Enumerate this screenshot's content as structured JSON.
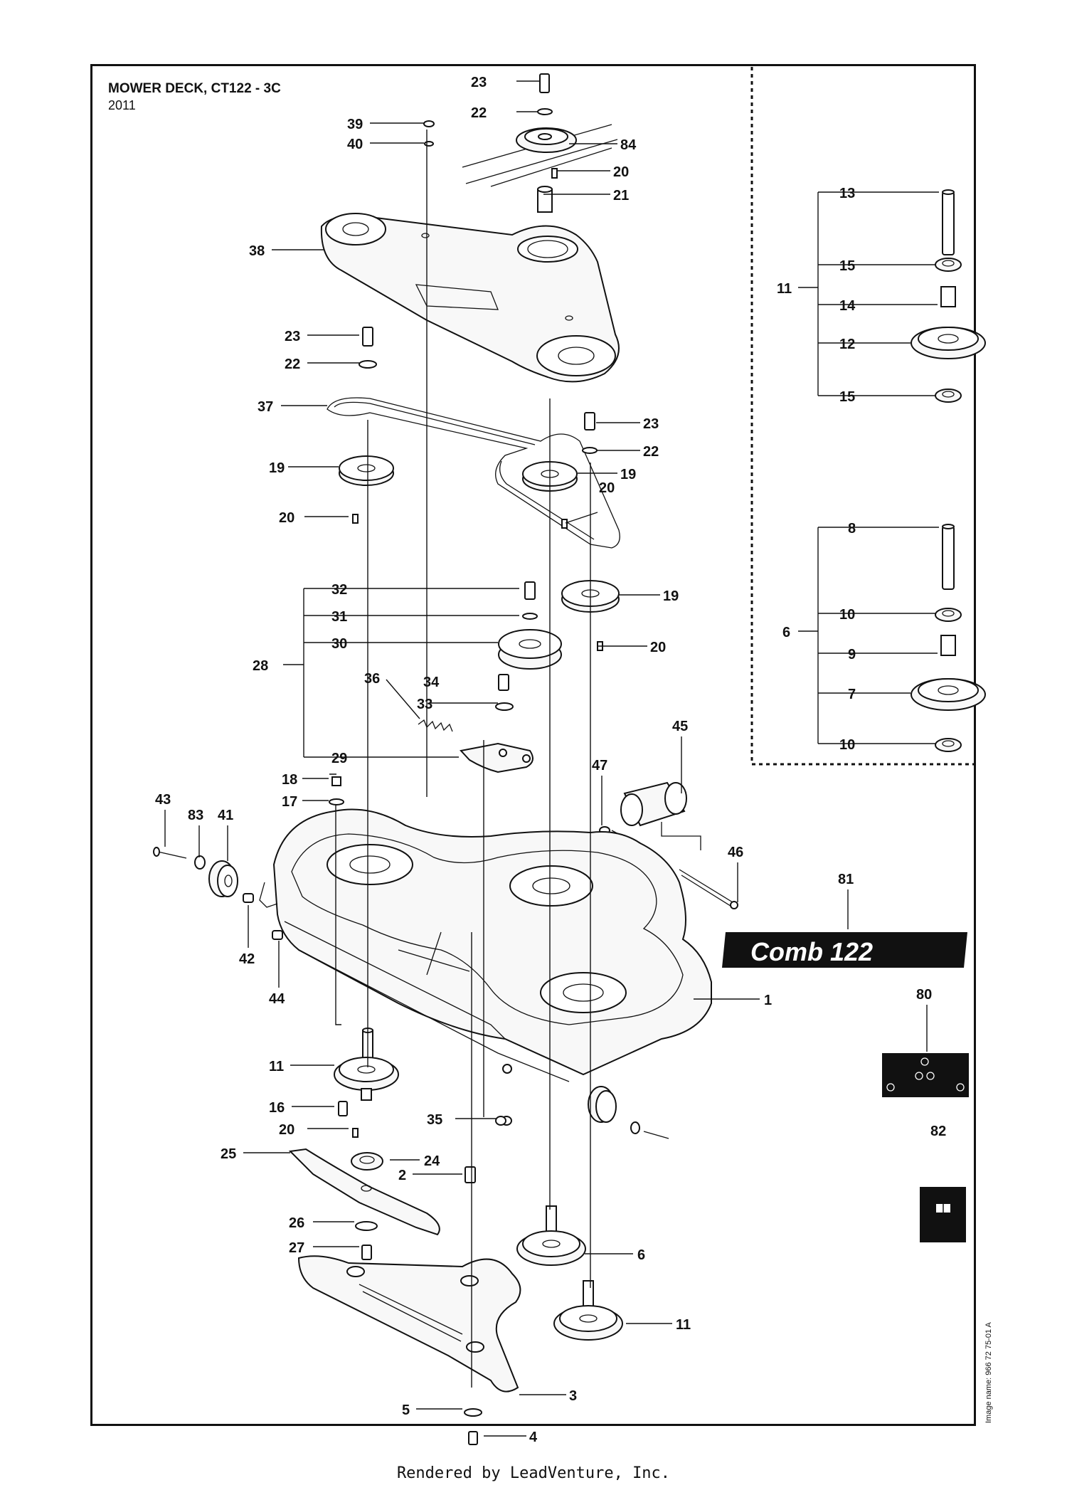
{
  "header": {
    "title": "MOWER DECK, CT122 - 3C",
    "year": "2011"
  },
  "footer": {
    "rendered_by": "Rendered by LeadVenture, Inc."
  },
  "image_name": "Image name: 966 72 75-01 A",
  "decal_logo_text": "Comb 122",
  "callouts": [
    {
      "id": "c23a",
      "label": "23"
    },
    {
      "id": "c22a",
      "label": "22"
    },
    {
      "id": "c84",
      "label": "84"
    },
    {
      "id": "c20a",
      "label": "20"
    },
    {
      "id": "c21",
      "label": "21"
    },
    {
      "id": "c39",
      "label": "39"
    },
    {
      "id": "c40",
      "label": "40"
    },
    {
      "id": "c38",
      "label": "38"
    },
    {
      "id": "c23b",
      "label": "23"
    },
    {
      "id": "c22b",
      "label": "22"
    },
    {
      "id": "c37",
      "label": "37"
    },
    {
      "id": "c23c",
      "label": "23"
    },
    {
      "id": "c22c",
      "label": "22"
    },
    {
      "id": "c19a",
      "label": "19"
    },
    {
      "id": "c19b",
      "label": "19"
    },
    {
      "id": "c20b",
      "label": "20"
    },
    {
      "id": "c20c",
      "label": "20"
    },
    {
      "id": "c32",
      "label": "32"
    },
    {
      "id": "c31",
      "label": "31"
    },
    {
      "id": "c30",
      "label": "30"
    },
    {
      "id": "c28",
      "label": "28"
    },
    {
      "id": "c19c",
      "label": "19"
    },
    {
      "id": "c20d",
      "label": "20"
    },
    {
      "id": "c36",
      "label": "36"
    },
    {
      "id": "c34",
      "label": "34"
    },
    {
      "id": "c33",
      "label": "33"
    },
    {
      "id": "c29",
      "label": "29"
    },
    {
      "id": "c18",
      "label": "18"
    },
    {
      "id": "c17",
      "label": "17"
    },
    {
      "id": "c43",
      "label": "43"
    },
    {
      "id": "c83",
      "label": "83"
    },
    {
      "id": "c41",
      "label": "41"
    },
    {
      "id": "c47",
      "label": "47"
    },
    {
      "id": "c45",
      "label": "45"
    },
    {
      "id": "c46",
      "label": "46"
    },
    {
      "id": "c81",
      "label": "81"
    },
    {
      "id": "c42",
      "label": "42"
    },
    {
      "id": "c44",
      "label": "44"
    },
    {
      "id": "c1",
      "label": "1"
    },
    {
      "id": "c80",
      "label": "80"
    },
    {
      "id": "c11a",
      "label": "11"
    },
    {
      "id": "c16",
      "label": "16"
    },
    {
      "id": "c35",
      "label": "35"
    },
    {
      "id": "c20e",
      "label": "20"
    },
    {
      "id": "c82",
      "label": "82"
    },
    {
      "id": "c25",
      "label": "25"
    },
    {
      "id": "c24",
      "label": "24"
    },
    {
      "id": "c2",
      "label": "2"
    },
    {
      "id": "c26",
      "label": "26"
    },
    {
      "id": "c6a",
      "label": "6"
    },
    {
      "id": "c27",
      "label": "27"
    },
    {
      "id": "c11b",
      "label": "11"
    },
    {
      "id": "c3",
      "label": "3"
    },
    {
      "id": "c5",
      "label": "5"
    },
    {
      "id": "c4",
      "label": "4"
    },
    {
      "id": "c13",
      "label": "13"
    },
    {
      "id": "c11c",
      "label": "11"
    },
    {
      "id": "c15a",
      "label": "15"
    },
    {
      "id": "c14",
      "label": "14"
    },
    {
      "id": "c12",
      "label": "12"
    },
    {
      "id": "c15b",
      "label": "15"
    },
    {
      "id": "c8",
      "label": "8"
    },
    {
      "id": "c6b",
      "label": "6"
    },
    {
      "id": "c10a",
      "label": "10"
    },
    {
      "id": "c9",
      "label": "9"
    },
    {
      "id": "c7",
      "label": "7"
    },
    {
      "id": "c10b",
      "label": "10"
    }
  ]
}
